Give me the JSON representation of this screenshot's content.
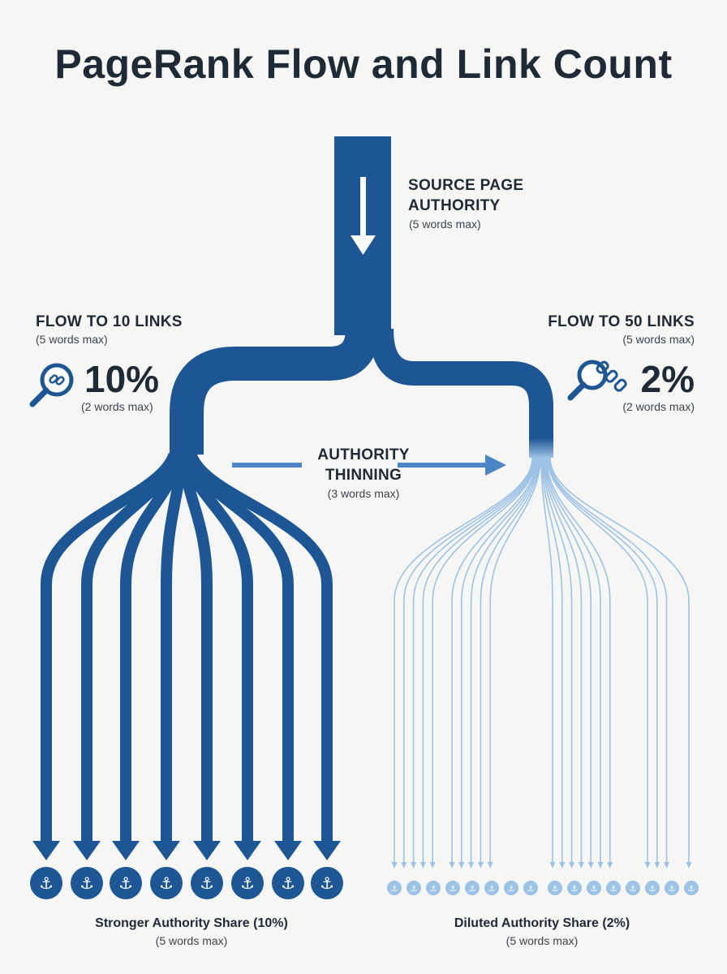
{
  "title": "PageRank Flow and Link Count",
  "source": {
    "heading_line1": "SOURCE PAGE",
    "heading_line2": "AUTHORITY",
    "note": "(5 words max)"
  },
  "left_branch": {
    "heading": "FLOW TO 10 LINKS",
    "note": "(5 words max)",
    "percent": "10%",
    "percent_note": "(2 words max)",
    "icon": "magnifier-link-icon"
  },
  "right_branch": {
    "heading": "FLOW TO 50 LINKS",
    "note": "(5 words max)",
    "percent": "2%",
    "percent_note": "(2 words max)",
    "icon": "magnifier-chain-icon"
  },
  "thinning": {
    "line1": "AUTHORITY",
    "line2": "THINNING",
    "note": "(3 words max)"
  },
  "left_footer": {
    "label": "Stronger Authority Share (10%)",
    "note": "(5 words max)"
  },
  "right_footer": {
    "label": "Diluted Authority Share (2%)",
    "note": "(5 words max)"
  },
  "left_endpoints": {
    "visible_count": 8,
    "icon": "anchor-icon"
  },
  "right_endpoints": {
    "visible_count": 16,
    "icon": "anchor-icon"
  },
  "colors": {
    "dark_blue": "#1c5694",
    "mid_blue": "#4a86c5",
    "light_blue": "#9cc2e6",
    "text": "#1f2a37"
  }
}
